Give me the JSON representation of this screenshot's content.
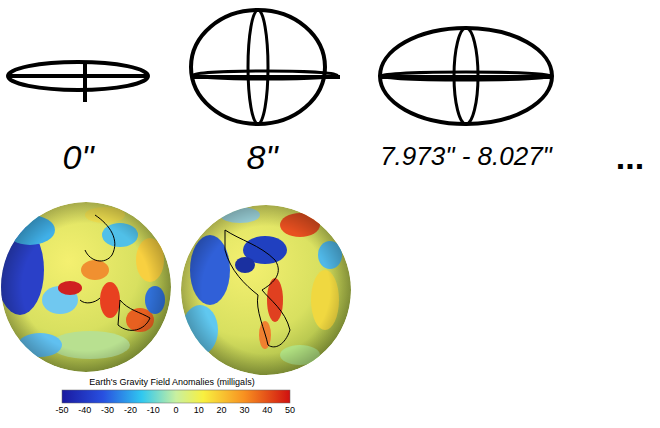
{
  "diagram": {
    "labels": [
      "0\"",
      "8\"",
      "7.973\" - 8.027\"",
      "...",
      "Earth's Gravity Field Anomalies (milligals)",
      "-50",
      "-40",
      "-30",
      "-20",
      "-10",
      "0",
      "10",
      "20",
      "30",
      "40",
      "50"
    ]
  }
}
